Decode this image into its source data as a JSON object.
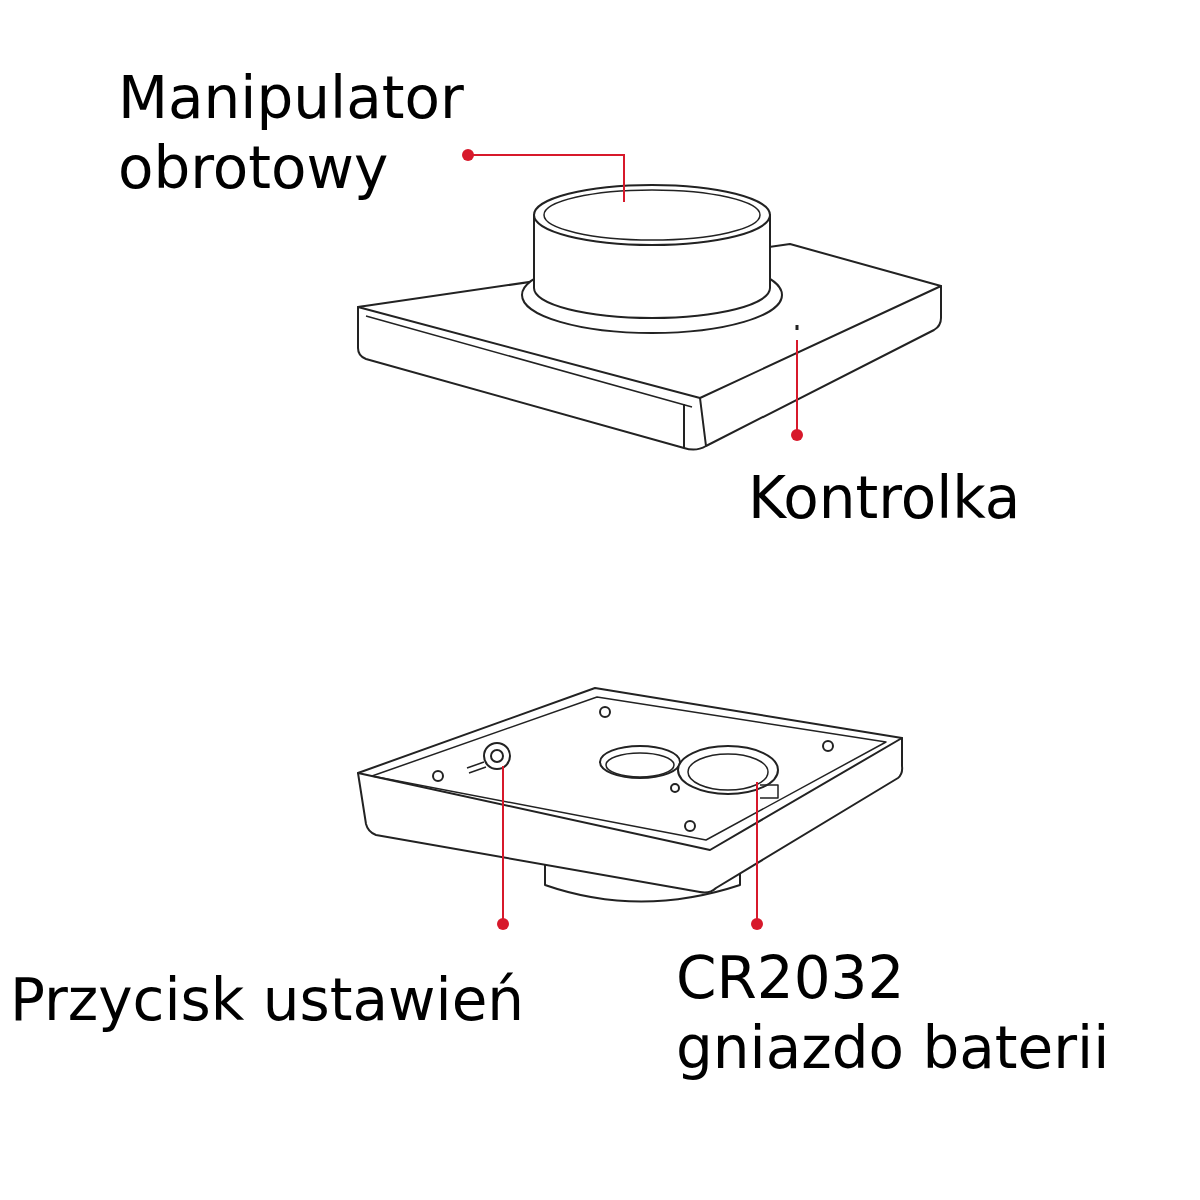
{
  "diagram": {
    "labels": [
      "Manipulator obrotowy",
      "Kontrolka",
      "Przycisk ustawień",
      "CR2032 gniazdo baterii"
    ]
  }
}
